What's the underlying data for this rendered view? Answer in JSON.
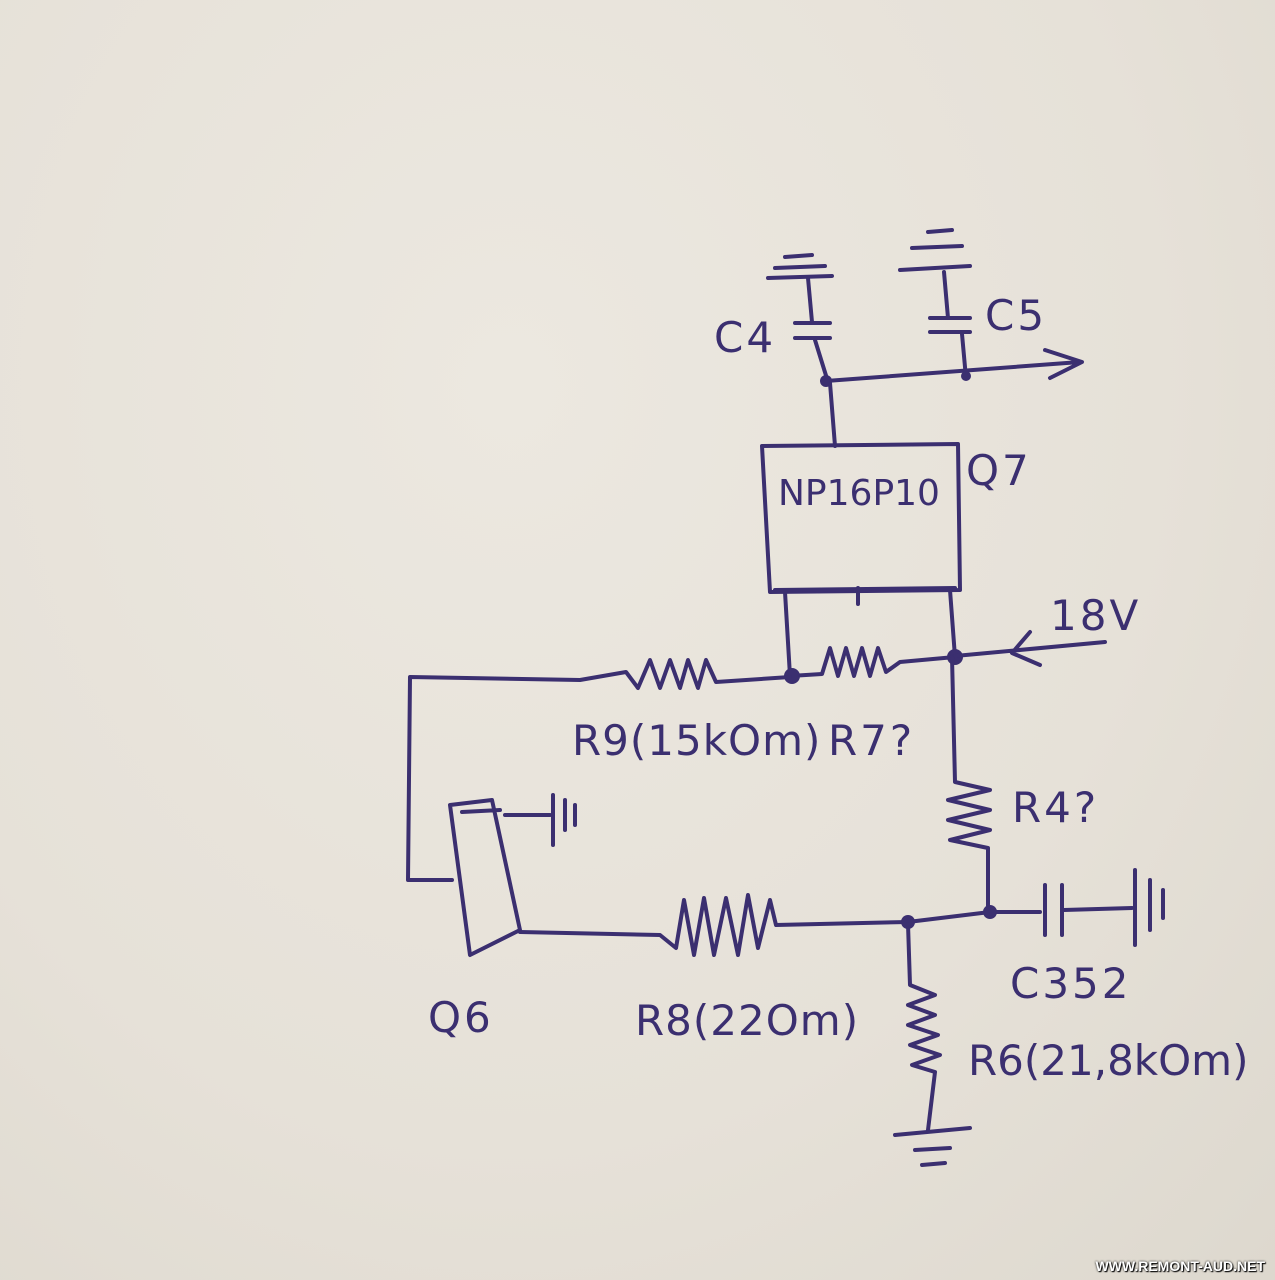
{
  "diagram": {
    "type": "hand-drawn circuit schematic",
    "labels": {
      "c4": "C4",
      "c5": "C5",
      "q7_part": "NP16P10",
      "q7": "Q7",
      "supply": "18V",
      "r9": "R9(15kOm)",
      "r7": "R7?",
      "r4": "R4?",
      "q6": "Q6",
      "r8": "R8(22Om)",
      "c352": "C352",
      "r6": "R6(21,8kOm)"
    },
    "ink_color": "#3b2f70",
    "paper_color": "#e8e3da"
  },
  "watermark": "WWW.REMONT-AUD.NET"
}
